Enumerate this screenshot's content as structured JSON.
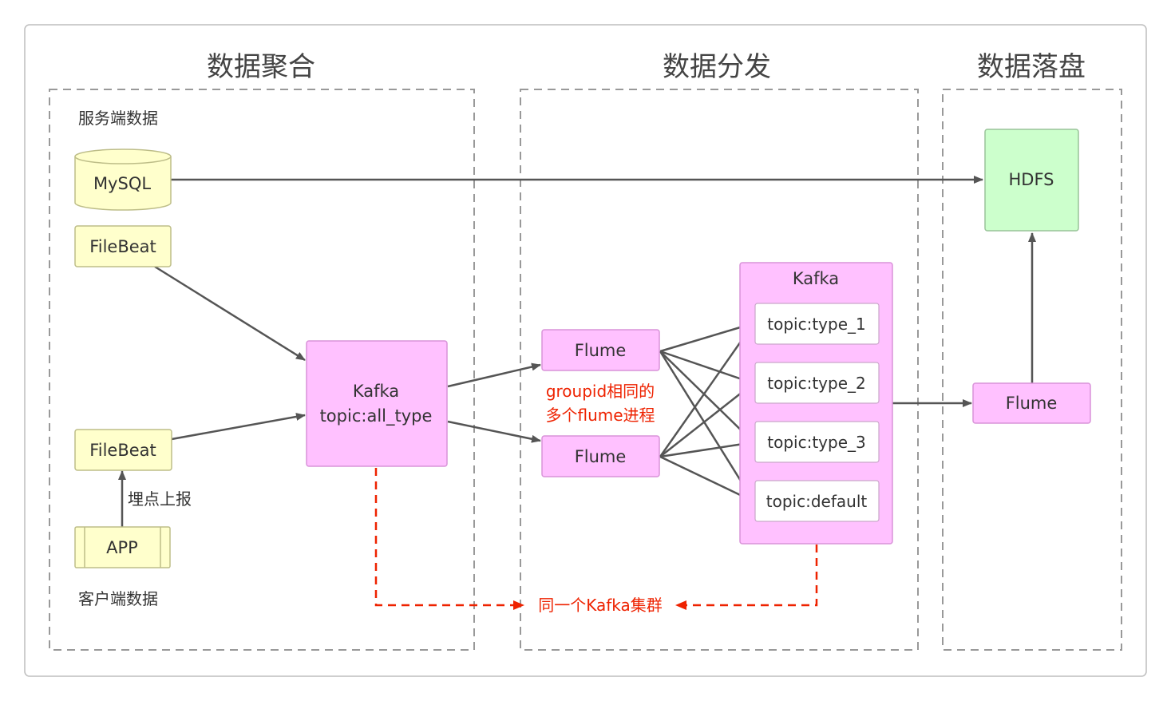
{
  "sections": {
    "aggregation_title": "数据聚合",
    "distribution_title": "数据分发",
    "landing_title": "数据落盘"
  },
  "groups": {
    "server_data": "服务端数据",
    "client_data": "客户端数据"
  },
  "nodes": {
    "mysql": "MySQL",
    "filebeat_top": "FileBeat",
    "filebeat_bottom": "FileBeat",
    "app": "APP",
    "report_label": "埋点上报",
    "kafka_main_line1": "Kafka",
    "kafka_main_line2": "topic:all_type",
    "flume_top": "Flume",
    "flume_bottom": "Flume",
    "groupid_line1": "groupid相同的",
    "groupid_line2": "多个flume进程",
    "kafka_cluster_title": "Kafka",
    "topic_1": "topic:type_1",
    "topic_2": "topic:type_2",
    "topic_3": "topic:type_3",
    "topic_default": "topic:default",
    "flume_right": "Flume",
    "hdfs": "HDFS",
    "same_cluster": "同一个Kafka集群"
  },
  "colors": {
    "yellow_fill": "#ffffcc",
    "pink_fill": "#ffc1ff",
    "green_fill": "#ccffcc",
    "arrow": "#555555",
    "red": "#ee2200"
  }
}
